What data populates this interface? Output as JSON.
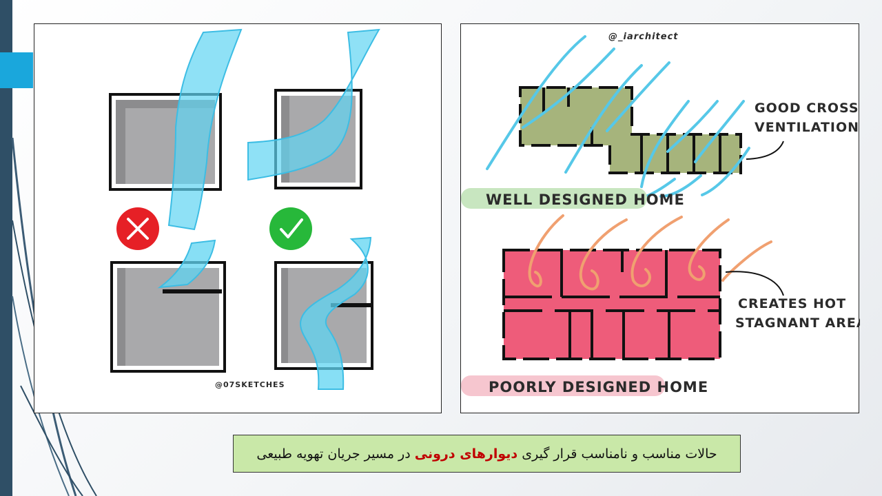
{
  "left_panel": {
    "credit": "@07SKETCHES",
    "bad_icon": "x-mark",
    "good_icon": "check-mark",
    "colors": {
      "bad": "#e62026",
      "good": "#27b83a",
      "air": "#5fd4f2",
      "room": "#a9a9ab"
    }
  },
  "right_panel": {
    "credit": "@_iarchitect",
    "good_label": "WELL DESIGNED HOME",
    "bad_label": "POORLY DESIGNED HOME",
    "good_note_line1": "GOOD CROSS",
    "good_note_line2": "VENTILATION",
    "bad_note_line1": "CREATES HOT",
    "bad_note_line2": "STAGNANT AREAS",
    "colors": {
      "good_plan": "#a6b47c",
      "bad_plan": "#ee5c7a",
      "cool_air": "#56c8e8",
      "hot_air": "#f0a070"
    }
  },
  "caption": {
    "text_before": "حالات مناسب و نامناسب قرار گیری",
    "highlight": "دیوارهای درونی",
    "text_after": "در مسیر جریان تهویه طبیعی",
    "colors": {
      "background": "#c9e8a8",
      "highlight": "#c00000"
    }
  }
}
